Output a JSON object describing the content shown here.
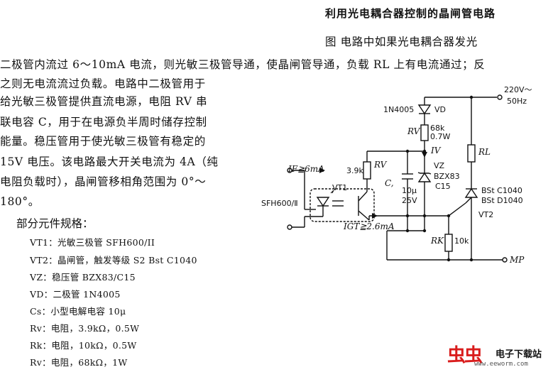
{
  "title": "利用光电耦合器控制的晶闸管电路",
  "paragraph": [
    "图    电路中如果光电耦合器发光",
    "二极管内流过 6～10mA 电流，则光敏三极管导通，使晶闸管导通，负载 RL 上有电流通过；反",
    "之则无电流流过负载。电路中二极管用于",
    "给光敏三极管提供直流电源，电阻 RV 串",
    "联电容 C，用于在电源负半周时储存控制",
    "能量。稳压管用于使光敏三极管有稳定的",
    "15V 电压。该电路最大开关电流为 4A（纯",
    "电阻负载时），晶闸管移相角范围为 0°～",
    "180°。"
  ],
  "spec_heading": "部分元件规格：",
  "specs": [
    "VT1：光敏三极管 SFH600/II",
    "VT2：晶闸管，触发等级 S2 Bst C1040",
    "VZ：稳压管 BZX83/C15",
    "VD：二极管 1N4005",
    "Cs：小型电解电容 10μ",
    "Rv：电阻，3.9kΩ，0.5W",
    "Rk：电阻，10kΩ，0.5W",
    "Rv：电阻，68kΩ，1W"
  ],
  "circuit": {
    "supply": [
      "220V～",
      "50Hz"
    ],
    "vd_part": "1N4005",
    "vd": "VD",
    "rv_top": "RV",
    "rv_top_val": [
      "68k",
      "0.7W"
    ],
    "iv": "IV",
    "rl": "RL",
    "rv_left": "RV",
    "rv_left_val": "3.9k",
    "c": "C,",
    "c_val": [
      "10μ",
      "25V"
    ],
    "vz": [
      "VZ",
      "BZX83",
      "C15"
    ],
    "if": "IF≧6mA",
    "vt1": "VT1",
    "opto": "SFH600/Ⅱ",
    "scr": [
      "BSt C1040",
      "BSt D1040"
    ],
    "vt2": "VT2",
    "igt": "IGT≧2.6mA",
    "rk": "RK",
    "rk_val": "10k",
    "mp": "MP"
  },
  "logo": {
    "bug": "虫虫",
    "name": "电子下载站",
    "url": "www.eeworm.com"
  }
}
